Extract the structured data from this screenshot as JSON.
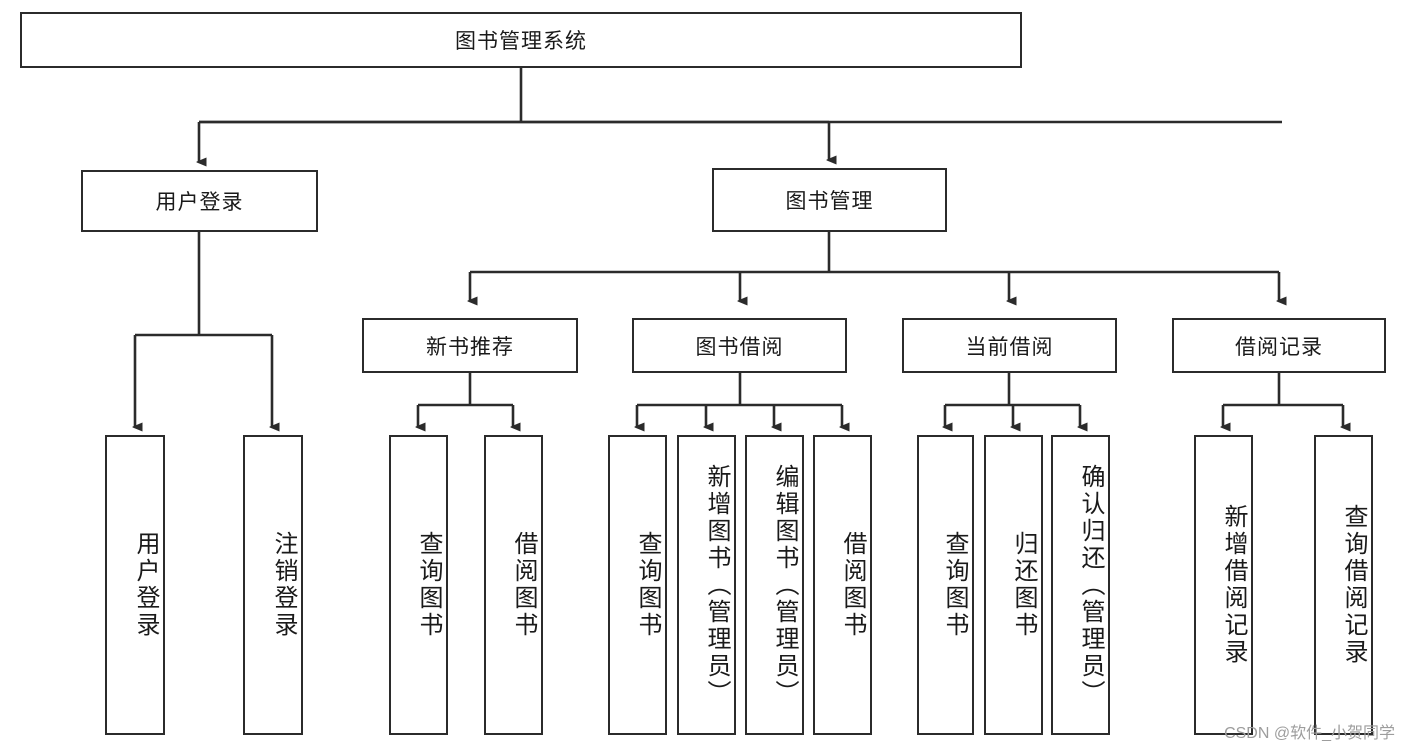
{
  "diagram": {
    "title": "图书管理系统",
    "type": "hierarchy-tree",
    "watermark": "CSDN @软件_小贺同学",
    "colors": {
      "stroke": "#2b2b2b",
      "fill": "#ffffff",
      "text": "#1a1a1a",
      "watermark": "#9d9d9d"
    },
    "root": {
      "label": "图书管理系统"
    },
    "level2": [
      {
        "label": "用户登录"
      },
      {
        "label": "图书管理"
      }
    ],
    "level3": [
      {
        "label": "新书推荐"
      },
      {
        "label": "图书借阅"
      },
      {
        "label": "当前借阅"
      },
      {
        "label": "借阅记录"
      }
    ],
    "leaves": {
      "user_login": [
        {
          "label": "用户登录"
        },
        {
          "label": "注销登录"
        }
      ],
      "new_book_recommend": [
        {
          "label": "查询图书"
        },
        {
          "label": "借阅图书"
        }
      ],
      "book_borrow": [
        {
          "label": "查询图书"
        },
        {
          "label": "新增图书（管理员）"
        },
        {
          "label": "编辑图书（管理员）"
        },
        {
          "label": "借阅图书"
        }
      ],
      "current_borrow": [
        {
          "label": "查询图书"
        },
        {
          "label": "归还图书"
        },
        {
          "label": "确认归还（管理员）"
        }
      ],
      "borrow_record": [
        {
          "label": "新增借阅记录"
        },
        {
          "label": "查询借阅记录"
        }
      ]
    }
  }
}
